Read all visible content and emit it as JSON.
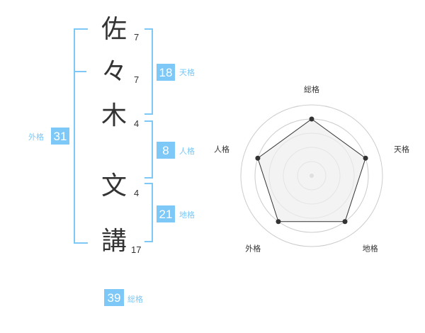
{
  "name": {
    "chars": [
      {
        "char": "佐",
        "strokes": "7"
      },
      {
        "char": "々",
        "strokes": "7"
      },
      {
        "char": "木",
        "strokes": "4"
      },
      {
        "char": "文",
        "strokes": "4"
      },
      {
        "char": "講",
        "strokes": "17"
      }
    ]
  },
  "kaku": {
    "tenkaku": {
      "value": "18",
      "label": "天格"
    },
    "jinkaku": {
      "value": "8",
      "label": "人格"
    },
    "chikaku": {
      "value": "21",
      "label": "地格"
    },
    "gaikaku": {
      "value": "31",
      "label": "外格"
    },
    "soukaku": {
      "value": "39",
      "label": "総格"
    }
  },
  "colors": {
    "accent": "#7dc8f7",
    "text": "#333333",
    "grid": "#cccccc",
    "fill": "#eeeeee"
  },
  "chart_data": {
    "type": "radar",
    "axes": [
      "総格",
      "天格",
      "地格",
      "外格",
      "人格"
    ],
    "values": [
      4,
      4,
      4,
      4,
      4
    ],
    "max": 5,
    "grid_levels": 5
  }
}
